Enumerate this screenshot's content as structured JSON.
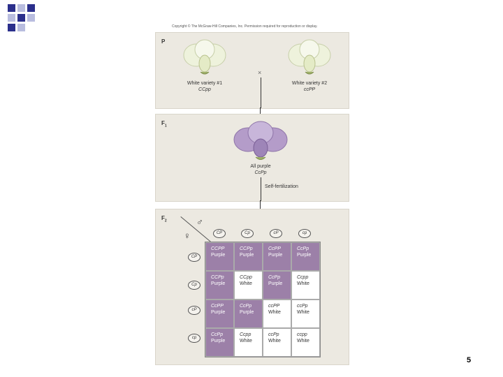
{
  "copyright": "Copyright © The McGraw-Hill Companies, Inc. Permission required for reproduction or display.",
  "parental": {
    "label": "P",
    "cross_symbol": "×",
    "variety1": {
      "name": "White variety #1",
      "genotype": "CCpp"
    },
    "variety2": {
      "name": "White variety #2",
      "genotype": "ccPP"
    }
  },
  "f1": {
    "label_main": "F",
    "label_sub": "1",
    "caption": "All purple",
    "genotype": "CcPp",
    "process": "Self-fertilization"
  },
  "f2": {
    "label_main": "F",
    "label_sub": "2",
    "male_symbol": "♂",
    "female_symbol": "♀",
    "male_gametes": [
      "CP",
      "Cp",
      "cP",
      "cp"
    ],
    "female_gametes": [
      "CP",
      "Cp",
      "cP",
      "cp"
    ],
    "grid": [
      [
        {
          "g": "CCPP",
          "p": "Purple"
        },
        {
          "g": "CCPp",
          "p": "Purple"
        },
        {
          "g": "CcPP",
          "p": "Purple"
        },
        {
          "g": "CcPp",
          "p": "Purple"
        }
      ],
      [
        {
          "g": "CCPp",
          "p": "Purple"
        },
        {
          "g": "CCpp",
          "p": "White"
        },
        {
          "g": "CcPp",
          "p": "Purple"
        },
        {
          "g": "Ccpp",
          "p": "White"
        }
      ],
      [
        {
          "g": "CcPP",
          "p": "Purple"
        },
        {
          "g": "CcPp",
          "p": "Purple"
        },
        {
          "g": "ccPP",
          "p": "White"
        },
        {
          "g": "ccPp",
          "p": "White"
        }
      ],
      [
        {
          "g": "CcPp",
          "p": "Purple"
        },
        {
          "g": "Ccpp",
          "p": "White"
        },
        {
          "g": "ccPp",
          "p": "White"
        },
        {
          "g": "ccpp",
          "p": "White"
        }
      ]
    ]
  },
  "colors": {
    "purple_cell": "#9c80a8",
    "purple_flower": "#b49cc9",
    "white_flower": "#eef2dc",
    "panel": "#ece9e1"
  },
  "page_number": "5"
}
